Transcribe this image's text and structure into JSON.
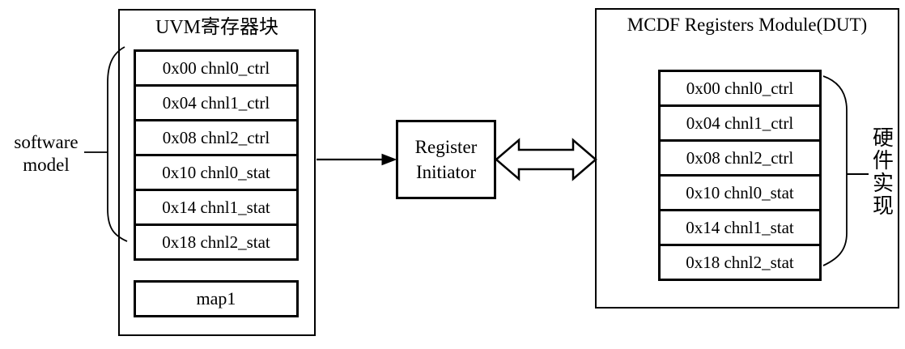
{
  "left_block": {
    "title": "UVM寄存器块",
    "registers": [
      "0x00 chnl0_ctrl",
      "0x04 chnl1_ctrl",
      "0x08 chnl2_ctrl",
      "0x10 chnl0_stat",
      "0x14 chnl1_stat",
      "0x18 chnl2_stat"
    ],
    "map_label": "map1"
  },
  "left_annotation": {
    "line1": "software",
    "line2": "model"
  },
  "middle_block": {
    "line1": "Register",
    "line2": "Initiator"
  },
  "right_block": {
    "title": "MCDF Registers Module(DUT)",
    "registers": [
      "0x00 chnl0_ctrl",
      "0x04 chnl1_ctrl",
      "0x08 chnl2_ctrl",
      "0x10 chnl0_stat",
      "0x14 chnl1_stat",
      "0x18 chnl2_stat"
    ]
  },
  "right_annotation": "硬件实现",
  "colors": {
    "line": "#000000",
    "background": "#ffffff",
    "text": "#000000"
  }
}
